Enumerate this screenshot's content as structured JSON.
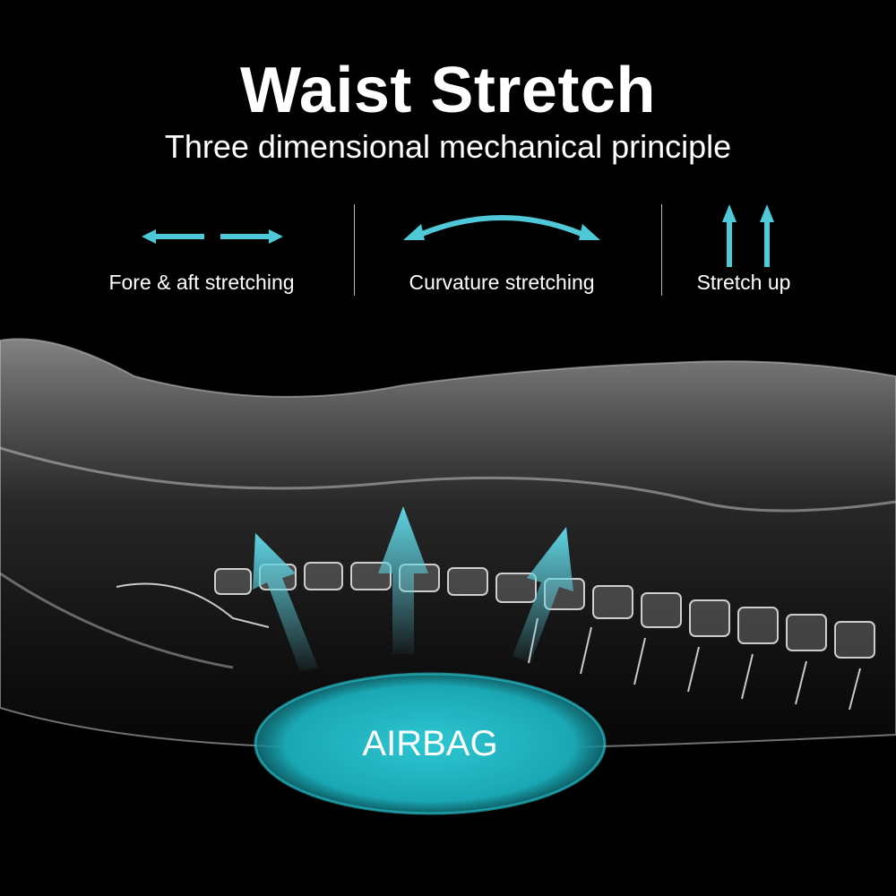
{
  "header": {
    "title": "Waist Stretch",
    "subtitle": "Three dimensional mechanical principle"
  },
  "features": [
    {
      "label": "Fore & aft stretching",
      "icon": "horizontal-arrows-icon"
    },
    {
      "label": "Curvature stretching",
      "icon": "curved-double-arrow-icon"
    },
    {
      "label": "Stretch up",
      "icon": "up-arrows-icon"
    }
  ],
  "illustration": {
    "airbag_label": "AIRBAG",
    "accent_color": "#4fc9d8",
    "airbag_color": "#1fb3c0"
  }
}
